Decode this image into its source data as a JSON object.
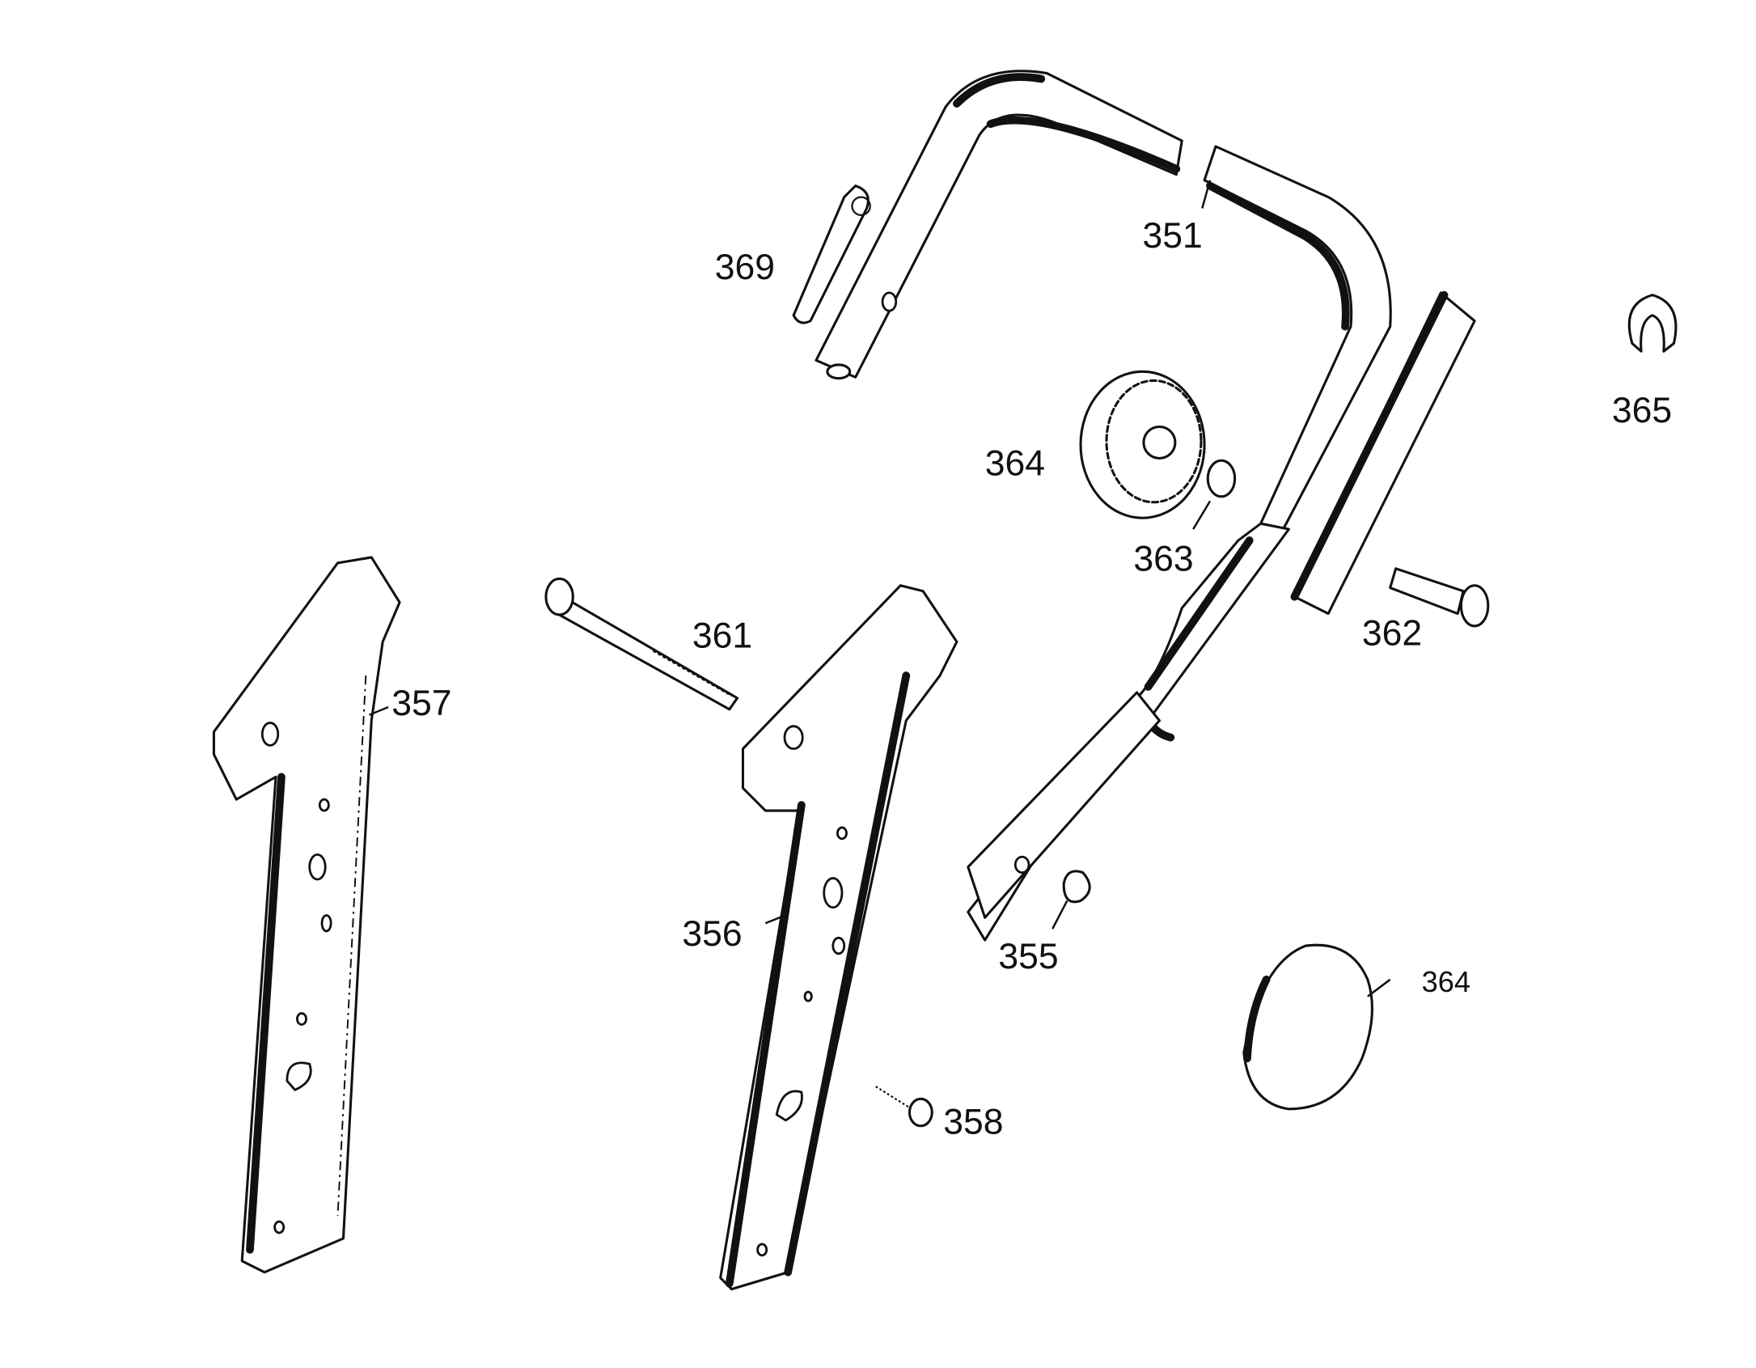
{
  "diagram": {
    "type": "exploded parts diagram",
    "parts": [
      {
        "id": "p351",
        "label": "351"
      },
      {
        "id": "p369",
        "label": "369"
      },
      {
        "id": "p365",
        "label": "365"
      },
      {
        "id": "p364a",
        "label": "364"
      },
      {
        "id": "p363",
        "label": "363"
      },
      {
        "id": "p361",
        "label": "361"
      },
      {
        "id": "p362",
        "label": "362"
      },
      {
        "id": "p357",
        "label": "357"
      },
      {
        "id": "p356",
        "label": "356"
      },
      {
        "id": "p355",
        "label": "355"
      },
      {
        "id": "p364b",
        "label": "364"
      },
      {
        "id": "p358",
        "label": "358"
      }
    ]
  }
}
